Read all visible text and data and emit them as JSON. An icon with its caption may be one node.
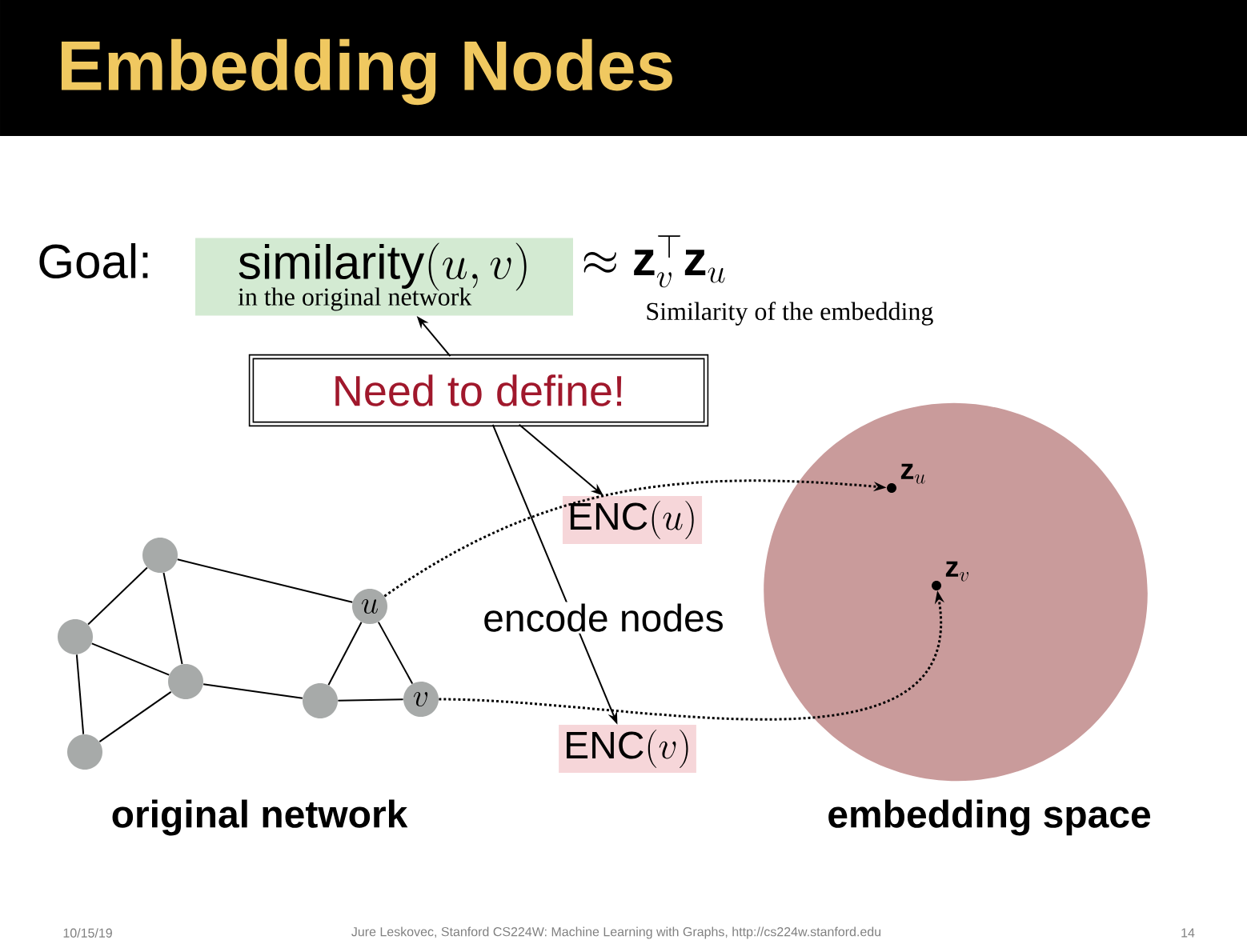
{
  "diagram": {
    "title": "Embedding Nodes",
    "nodes": [
      {
        "text": [
          "\\mathrm{similarity}(u,v)",
          "in the original network"
        ]
      },
      {
        "text": [
          "Need to define!"
        ]
      },
      {
        "text": [
          "\\mathrm{ENC}(u)"
        ]
      },
      {
        "text": [
          "\\mathrm{ENC}(v)"
        ]
      },
      {
        "text": [],
        "shape": "circle"
      },
      {
        "text": [],
        "shape": "circle"
      },
      {
        "text": [],
        "shape": "circle"
      },
      {
        "text": [],
        "shape": "circle"
      },
      {
        "text": [],
        "shape": "circle"
      },
      {
        "text": [
          "u"
        ]
      },
      {
        "text": [
          "v"
        ]
      },
      {
        "text": [],
        "shape": "ellipse",
        "beside": [
          "embedding space"
        ]
      },
      {
        "text": [],
        "shape": "dot",
        "in": 11,
        "beside": [
          "\\mathbf{z}_u"
        ]
      },
      {
        "text": [],
        "shape": "dot",
        "in": 11,
        "beside": [
          "\\mathbf{z}_v"
        ]
      }
    ],
    "edges": [
      {
        "from": 4,
        "to": 5,
        "arrow": "none"
      },
      {
        "from": 4,
        "to": 6,
        "arrow": "none"
      },
      {
        "from": 4,
        "to": 9,
        "arrow": "none"
      },
      {
        "from": 5,
        "to": 6,
        "arrow": "none"
      },
      {
        "from": 5,
        "to": 7,
        "arrow": "none"
      },
      {
        "from": 6,
        "to": 7,
        "arrow": "none"
      },
      {
        "from": 6,
        "to": 8,
        "arrow": "none"
      },
      {
        "from": 8,
        "to": 9,
        "arrow": "none"
      },
      {
        "from": 8,
        "to": 10,
        "arrow": "none"
      },
      {
        "from": 9,
        "to": 10,
        "arrow": "none"
      },
      {
        "from": 1,
        "to": 0,
        "arrow": "to"
      },
      {
        "from": 1,
        "to": 2,
        "arrow": "to"
      },
      {
        "from": 1,
        "to": 3,
        "arrow": "to"
      },
      {
        "from": 9,
        "to": 12,
        "arrow": "to",
        "style": "dashed"
      },
      {
        "from": 10,
        "to": 13,
        "arrow": "to",
        "style": "dashed"
      }
    ],
    "labels": [
      "Goal:",
      "\\approx \\mathbf{z}_v^\\top \\mathbf{z}_u",
      "Similarity of the embedding",
      "encode nodes",
      "original network",
      "10/15/19",
      "Jure Leskovec, Stanford CS224W: Machine Learning with Graphs, http://cs224w.stanford.edu",
      "14"
    ]
  }
}
